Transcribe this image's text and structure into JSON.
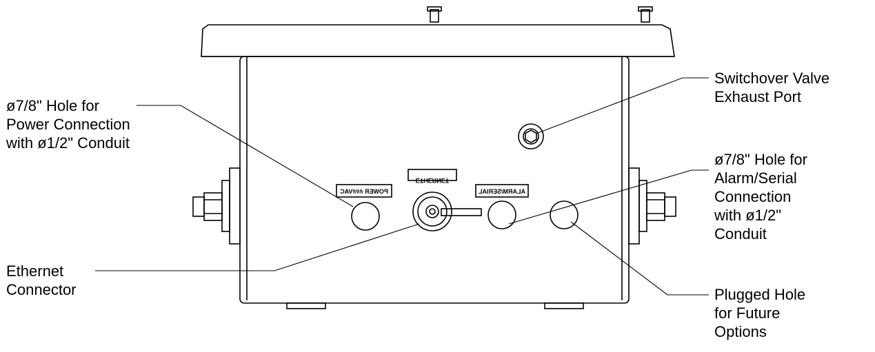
{
  "callouts": {
    "power_hole": [
      "ø7/8\" Hole for",
      "Power Connection",
      "with ø1/2\" Conduit"
    ],
    "ethernet": [
      "Ethernet",
      "Connector"
    ],
    "switchover": [
      "Switchover Valve",
      "Exhaust Port"
    ],
    "alarm_hole": [
      "ø7/8\" Hole for",
      "Alarm/Serial",
      "Connection",
      "with ø1/2\"",
      "Conduit"
    ],
    "plugged_hole": [
      "Plugged Hole",
      "for Future",
      "Options"
    ]
  },
  "enclosure_labels": {
    "power": "POWER ###VAC",
    "ethernet": "ETHERNET",
    "alarm": "ALARM/SERIAL"
  }
}
